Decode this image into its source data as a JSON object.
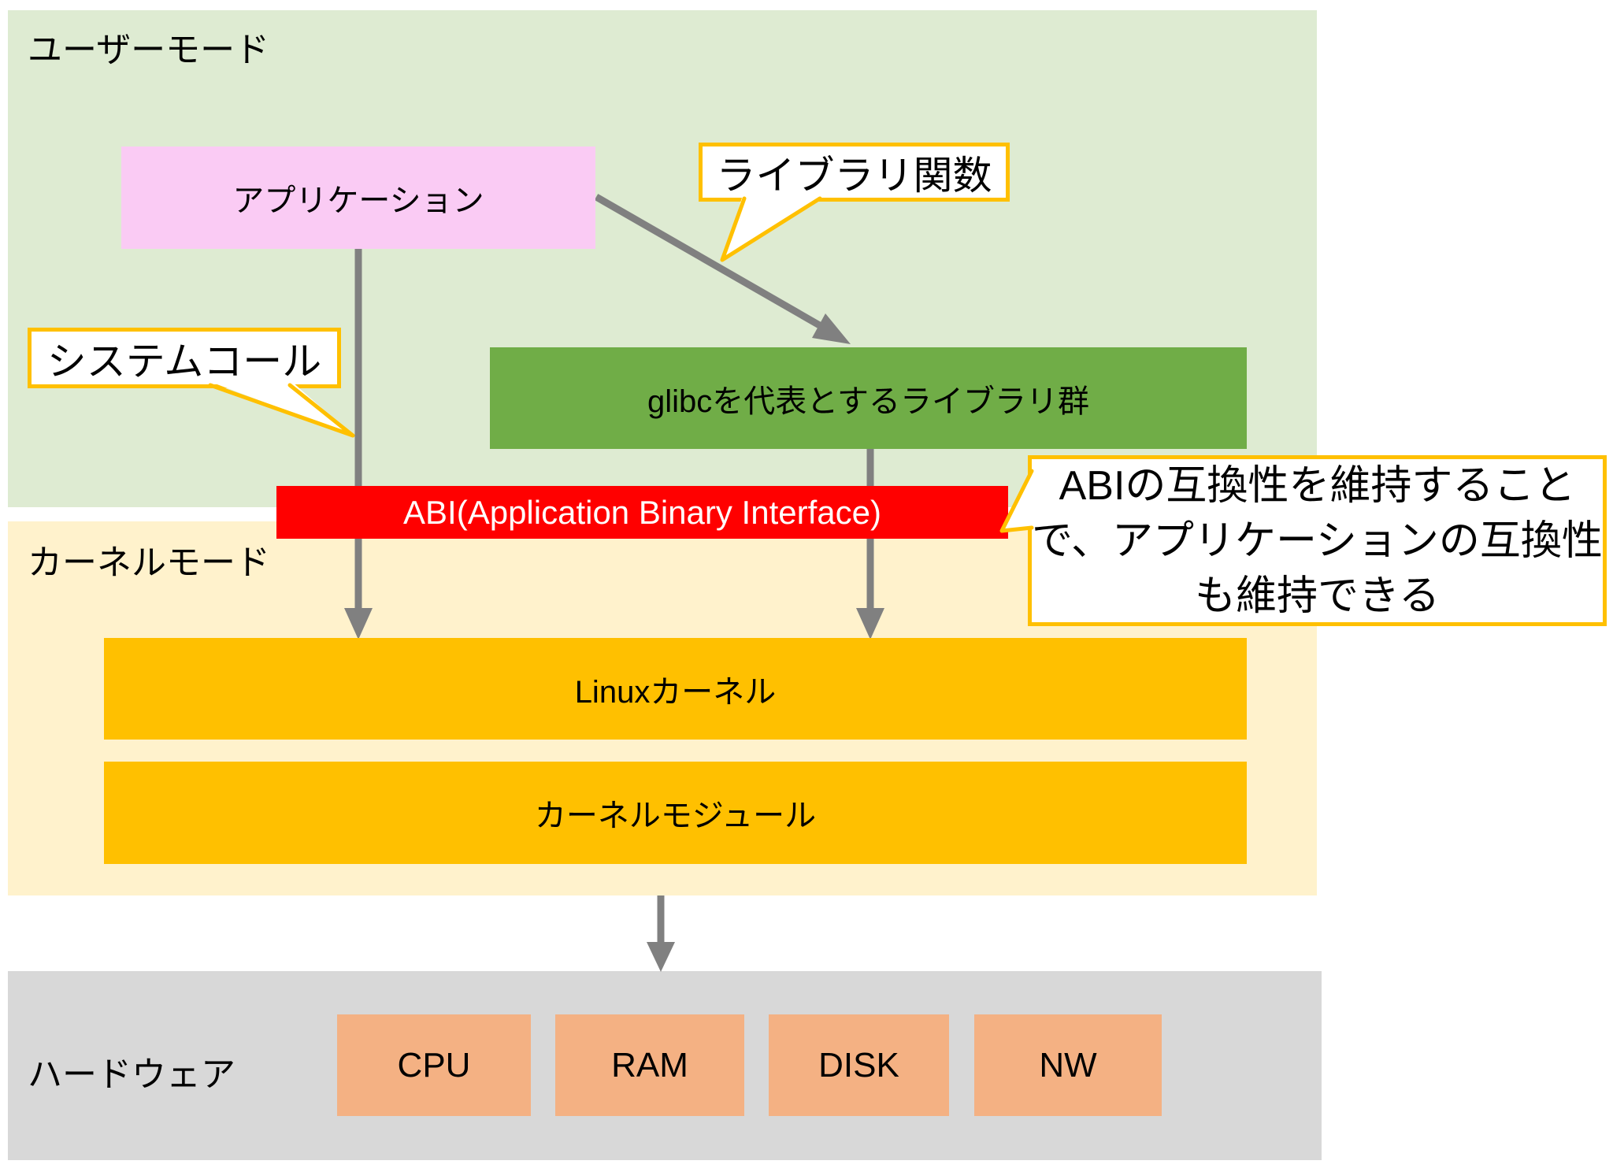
{
  "regions": {
    "user_mode": {
      "label": "ユーザーモード"
    },
    "kernel_mode": {
      "label": "カーネルモード"
    },
    "hardware": {
      "label": "ハードウェア"
    }
  },
  "boxes": {
    "application": {
      "label": "アプリケーション"
    },
    "glibc": {
      "label": "glibcを代表とするライブラリ群"
    },
    "abi": {
      "label": "ABI(Application Binary Interface)"
    },
    "linux_kernel": {
      "label": "Linuxカーネル"
    },
    "kernel_module": {
      "label": "カーネルモジュール"
    },
    "hardware_components": [
      {
        "label": "CPU"
      },
      {
        "label": "RAM"
      },
      {
        "label": "DISK"
      },
      {
        "label": "NW"
      }
    ]
  },
  "callouts": {
    "system_call": {
      "label": "システムコール"
    },
    "library_function": {
      "label": "ライブラリ関数"
    },
    "abi_note": {
      "lines": [
        "ABIの互換性を維持すること",
        "で、アプリケーションの互換性",
        "も維持できる"
      ]
    }
  },
  "colors": {
    "user_mode_bg": "#DEEBD2",
    "kernel_mode_bg": "#FFF2CC",
    "hardware_bg": "#D8D8D8",
    "application_bg": "#FACBF4",
    "glibc_bg": "#70AD47",
    "abi_bg": "#FF0000",
    "kernel_box_bg": "#FFC000",
    "hardware_box_bg": "#F4B183",
    "callout_border": "#FFC000",
    "arrow": "#808080"
  }
}
